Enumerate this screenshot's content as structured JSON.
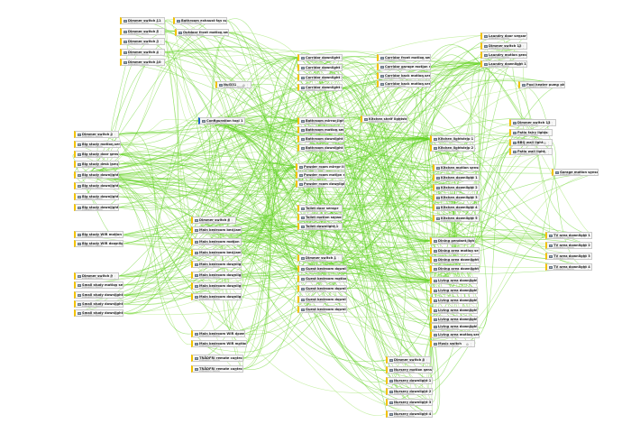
{
  "subtitle": "zigbee/knx device",
  "colors": {
    "link": "#5ad01a",
    "accent": "#f3c300",
    "coordinator": "#1f63c9"
  },
  "nodes": [
    {
      "id": "dimmer-switch-11",
      "label": "Dimmer switch 11"
    },
    {
      "id": "bathroom-exhaust-fan-switch",
      "label": "Bathroom exhaust fan switch"
    },
    {
      "id": "dimmer-switch-5",
      "label": "Dimmer switch 5"
    },
    {
      "id": "outdoor-front-motion-sensor",
      "label": "Outdoor front motion sensor"
    },
    {
      "id": "dimmer-switch-3",
      "label": "Dimmer switch 3"
    },
    {
      "id": "dimmer-switch-4",
      "label": "Dimmer switch 4"
    },
    {
      "id": "dimmer-switch-10",
      "label": "Dimmer switch 10"
    },
    {
      "id": "laundry-door-sensor",
      "label": "Laundry door sensor"
    },
    {
      "id": "dimmer-switch-12",
      "label": "Dimmer switch 12"
    },
    {
      "id": "laundry-motion-sensor",
      "label": "Laundry motion sensor"
    },
    {
      "id": "laundry-downlight-1",
      "label": "Laundry downlight 1"
    },
    {
      "id": "corridor-downlight-1",
      "label": "Corridor downlight 1"
    },
    {
      "id": "corridor-downlight-2",
      "label": "Corridor downlight 2"
    },
    {
      "id": "corridor-downlight-3",
      "label": "Corridor downlight 3"
    },
    {
      "id": "corridor-downlight-4",
      "label": "Corridor downlight 4"
    },
    {
      "id": "corridor-front-motion-sensor",
      "label": "Corridor front motion sensor"
    },
    {
      "id": "corridor-garage-motion-sensor",
      "label": "Corridor garage motion sensor"
    },
    {
      "id": "corridor-back-motion-sensor-2",
      "label": "Corridor back motion sensor 2"
    },
    {
      "id": "corridor-back-motion-sensor-1",
      "label": "Corridor back motion sensor 1"
    },
    {
      "id": "pool-heater-pump-plug",
      "label": "Pool heater pump plug"
    },
    {
      "id": "nul331",
      "label": "Nul331"
    },
    {
      "id": "configuration-tool-1",
      "label": "Configuration tool 1",
      "coordinator": true
    },
    {
      "id": "bathroom-mirror-light",
      "label": "Bathroom mirror light"
    },
    {
      "id": "bathroom-motion-sensor",
      "label": "Bathroom motion sensor"
    },
    {
      "id": "bathroom-downlight-1",
      "label": "Bathroom downlight 1"
    },
    {
      "id": "bathroom-downlight-2",
      "label": "Bathroom downlight 2"
    },
    {
      "id": "kitchen-shelf-lightstrip",
      "label": "Kitchen shelf lightstrip"
    },
    {
      "id": "dimmer-switch-13",
      "label": "Dimmer switch 13"
    },
    {
      "id": "patio-fairy-lights",
      "label": "Patio fairy lights"
    },
    {
      "id": "bbq-wall-light",
      "label": "BBQ wall light"
    },
    {
      "id": "patio-wall-light",
      "label": "Patio wall light"
    },
    {
      "id": "garage-motion-sensor",
      "label": "Garage motion sensor"
    },
    {
      "id": "kitchen-lightstrip-1",
      "label": "Kitchen lightstrip 1"
    },
    {
      "id": "kitchen-lightstrip-2",
      "label": "Kitchen lightstrip 2"
    },
    {
      "id": "dimmer-switch-2",
      "label": "Dimmer switch 2"
    },
    {
      "id": "big-study-motion-sensor",
      "label": "Big study motion sensor"
    },
    {
      "id": "big-study-door-sensor",
      "label": "Big study door sensor"
    },
    {
      "id": "big-study-desk-lamp",
      "label": "Big study desk lamp"
    },
    {
      "id": "big-study-downlight-1",
      "label": "Big study downlight 1"
    },
    {
      "id": "big-study-downlight-2",
      "label": "Big study downlight 2"
    },
    {
      "id": "big-study-downlight-3",
      "label": "Big study downlight 3"
    },
    {
      "id": "big-study-downlight-4",
      "label": "Big study downlight 4"
    },
    {
      "id": "powder-room-mirror-light",
      "label": "Powder room mirror light"
    },
    {
      "id": "powder-room-motion-sensor",
      "label": "Powder room motion sensor"
    },
    {
      "id": "powder-room-downlight",
      "label": "Powder room downlight"
    },
    {
      "id": "kitchen-motion-sensor",
      "label": "Kitchen motion sensor"
    },
    {
      "id": "kitchen-downlight-1",
      "label": "Kitchen downlight 1"
    },
    {
      "id": "kitchen-downlight-2",
      "label": "Kitchen downlight 2"
    },
    {
      "id": "kitchen-downlight-3",
      "label": "Kitchen downlight 3"
    },
    {
      "id": "kitchen-downlight-4",
      "label": "Kitchen downlight 4"
    },
    {
      "id": "kitchen-downlight-5",
      "label": "Kitchen downlight 5"
    },
    {
      "id": "toilet-door-sensor",
      "label": "Toilet door sensor"
    },
    {
      "id": "toilet-motion-sensor",
      "label": "Toilet motion sensor"
    },
    {
      "id": "toilet-downlight-1",
      "label": "Toilet downlight 1"
    },
    {
      "id": "dimmer-switch-6",
      "label": "Dimmer switch 6"
    },
    {
      "id": "main-bedroom-bed-lamp-left",
      "label": "Main bedroom bed lamp left"
    },
    {
      "id": "main-bedroom-motion-sensor",
      "label": "Main bedroom motion sensor"
    },
    {
      "id": "main-bedroom-bed-lamp-right",
      "label": "Main bedroom bed lamp right"
    },
    {
      "id": "main-bedroom-downlight-1",
      "label": "Main bedroom downlight 1"
    },
    {
      "id": "main-bedroom-downlight-2",
      "label": "Main bedroom downlight 2"
    },
    {
      "id": "main-bedroom-downlight-3",
      "label": "Main bedroom downlight 3"
    },
    {
      "id": "main-bedroom-downlight-4",
      "label": "Main bedroom downlight 4"
    },
    {
      "id": "big-study-wir-motion-sensor",
      "label": "Big study WIR motion sensor"
    },
    {
      "id": "big-study-wir-downlight-1",
      "label": "Big study WIR downlight 1"
    },
    {
      "id": "dimmer-switch-1",
      "label": "Dimmer switch 1"
    },
    {
      "id": "guest-bedroom-downlight-1",
      "label": "Guest bedroom downlight 1"
    },
    {
      "id": "guest-bedroom-motion-sensor",
      "label": "Guest bedroom motion sensor"
    },
    {
      "id": "guest-bedroom-downlight-2",
      "label": "Guest bedroom downlight 2"
    },
    {
      "id": "guest-bedroom-downlight-3",
      "label": "Guest bedroom downlight 3"
    },
    {
      "id": "guest-bedroom-downlight-4",
      "label": "Guest bedroom downlight 4"
    },
    {
      "id": "dining-pendant-light",
      "label": "Dining pendant light"
    },
    {
      "id": "dining-area-motion-sensor",
      "label": "Dining area motion sensor"
    },
    {
      "id": "dining-area-downlight-1",
      "label": "Dining area downlight 1"
    },
    {
      "id": "dining-area-downlight-2",
      "label": "Dining area downlight 2"
    },
    {
      "id": "tv-area-downlight-1",
      "label": "TV area downlight 1"
    },
    {
      "id": "tv-area-downlight-2",
      "label": "TV area downlight 2"
    },
    {
      "id": "tv-area-downlight-3",
      "label": "TV area downlight 3"
    },
    {
      "id": "tv-area-downlight-4",
      "label": "TV area downlight 4"
    },
    {
      "id": "dimmer-switch-9",
      "label": "Dimmer switch 9"
    },
    {
      "id": "small-study-motion-sensor",
      "label": "Small study motion sensor"
    },
    {
      "id": "small-study-downlight-1",
      "label": "Small study downlight 1"
    },
    {
      "id": "small-study-downlight-2",
      "label": "Small study downlight 2"
    },
    {
      "id": "small-study-downlight-3",
      "label": "Small study downlight 3"
    },
    {
      "id": "living-area-downlight-1",
      "label": "Living area downlight 1"
    },
    {
      "id": "living-area-downlight-2",
      "label": "Living area downlight 2"
    },
    {
      "id": "living-area-downlight-3",
      "label": "Living area downlight 3"
    },
    {
      "id": "living-area-downlight-4",
      "label": "Living area downlight 4"
    },
    {
      "id": "living-area-downlight-5",
      "label": "Living area downlight 5"
    },
    {
      "id": "living-area-downlight-6",
      "label": "Living area downlight 6"
    },
    {
      "id": "living-area-motion-sensor",
      "label": "Living area motion sensor"
    },
    {
      "id": "music-switch",
      "label": "Music switch"
    },
    {
      "id": "main-bedroom-wir-downlight-1",
      "label": "Main bedroom WIR downlight 1"
    },
    {
      "id": "main-bedroom-wir-motion-sensor",
      "label": "Main bedroom WIR motion sensor"
    },
    {
      "id": "tradfri-remote-control-2",
      "label": "TRÅDFRI remote control 2"
    },
    {
      "id": "tradfri-remote-control-1",
      "label": "TRÅDFRI remote control 1"
    },
    {
      "id": "dimmer-switch-8",
      "label": "Dimmer switch 8"
    },
    {
      "id": "nursery-motion-sensor",
      "label": "Nursery motion sensor"
    },
    {
      "id": "nursery-downlight-1",
      "label": "Nursery downlight 1"
    },
    {
      "id": "nursery-downlight-2",
      "label": "Nursery downlight 2"
    },
    {
      "id": "nursery-downlight-3",
      "label": "Nursery downlight 3"
    },
    {
      "id": "nursery-downlight-4",
      "label": "Nursery downlight 4"
    }
  ]
}
